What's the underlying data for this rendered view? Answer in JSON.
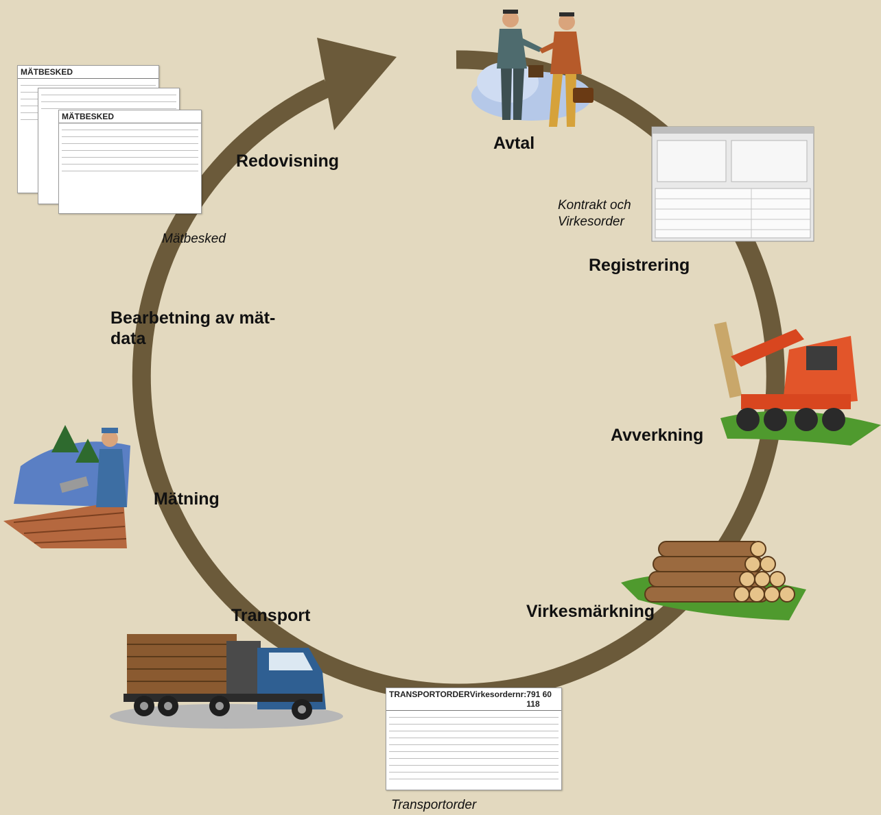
{
  "colors": {
    "background": "#e3d9bf",
    "cycle_arrow": "#6b5a3a",
    "text": "#111111"
  },
  "stages": [
    {
      "id": "avtal",
      "label": "Avtal",
      "icon": "handshake-businessmen-icon"
    },
    {
      "id": "registrering",
      "label": "Registrering",
      "icon": "contract-software-screen-icon",
      "caption": "Kontrakt och\nVirkesorder"
    },
    {
      "id": "avverkning",
      "label": "Avverkning",
      "icon": "harvester-machine-icon"
    },
    {
      "id": "virkesmarkning",
      "label": "Virkesmärkning",
      "icon": "log-pile-icon"
    },
    {
      "id": "transportorder",
      "caption": "Transportorder",
      "icon": "transport-order-document-icon"
    },
    {
      "id": "transport",
      "label": "Transport",
      "icon": "timber-truck-icon"
    },
    {
      "id": "matning",
      "label": "Mätning",
      "icon": "measuring-worker-icon"
    },
    {
      "id": "bearbetning",
      "label": "Bearbetning av mät-\ndata"
    },
    {
      "id": "redovisning",
      "label": "Redovisning",
      "icon": "measurement-report-documents-icon",
      "caption": "Mätbesked"
    }
  ],
  "documents": {
    "matbesked_header": "MÄTBESKED",
    "transportorder_header": "TRANSPORTORDER",
    "transportorder_number_label": "Virkesordernr:",
    "transportorder_number": "791 60 118"
  }
}
